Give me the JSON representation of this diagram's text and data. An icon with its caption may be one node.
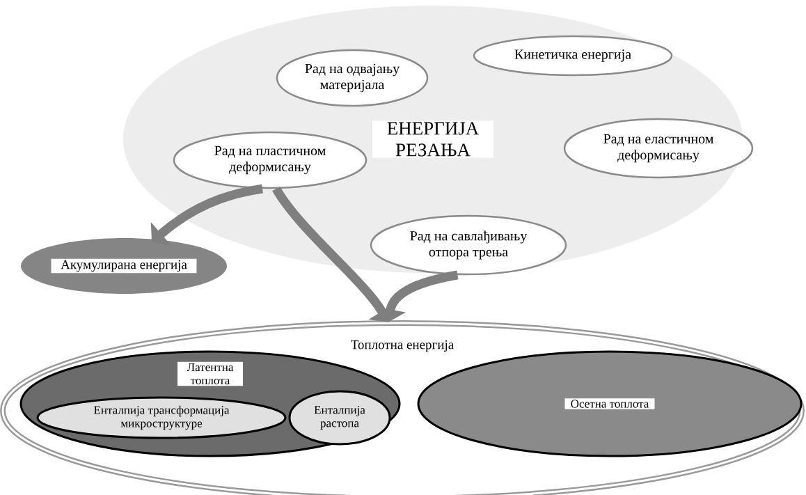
{
  "diagram": {
    "nodes": [
      {
        "text": [
          "ЕНЕРГИЈА РЕЗАЊА"
        ]
      },
      {
        "text": [
          "Рад на одвајању материјала"
        ],
        "in": 0
      },
      {
        "text": [
          "Кинетичка енергија"
        ],
        "in": 0
      },
      {
        "text": [
          "Рад на пластичном деформисању"
        ],
        "in": 0
      },
      {
        "text": [
          "Рад на еластичном деформисању"
        ],
        "in": 0
      },
      {
        "text": [
          "Рад на савлађивању отпора трења"
        ],
        "in": 0
      },
      {
        "text": [
          "Акумулирана енергија"
        ]
      },
      {
        "text": [
          "Топлотна енергија"
        ]
      },
      {
        "text": [
          "Латентна топлота"
        ],
        "in": 7
      },
      {
        "text": [
          "Енталпија трансформација микроструктуре"
        ],
        "in": 8
      },
      {
        "text": [
          "Енталпија растопа"
        ],
        "in": 8
      },
      {
        "text": [
          "Осетна топлота"
        ],
        "in": 7
      }
    ],
    "edges": [
      {
        "from": 3,
        "to": 6,
        "arrow": "to"
      },
      {
        "from": 3,
        "to": 7,
        "arrow": "to"
      },
      {
        "from": 5,
        "to": 7,
        "arrow": "to"
      }
    ]
  }
}
